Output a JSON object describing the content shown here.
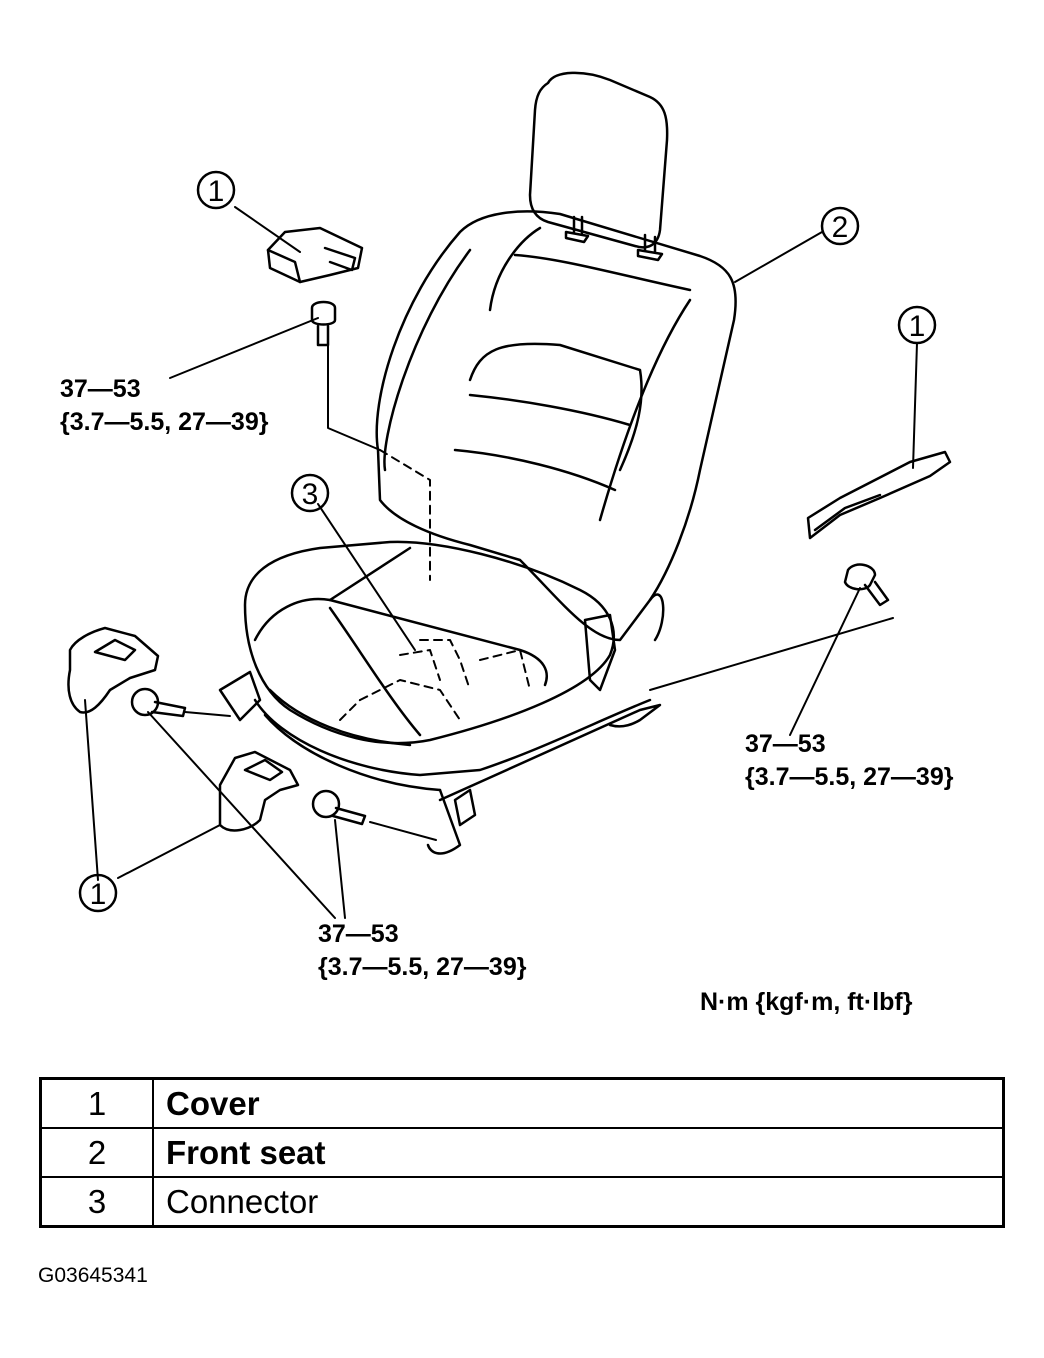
{
  "callouts": {
    "cover_top": "1",
    "front_seat": "2",
    "cover_right": "1",
    "connector": "3",
    "cover_lower": "1"
  },
  "torque_specs": {
    "top_left": {
      "line1": "37—53",
      "line2": "{3.7—5.5, 27—39}"
    },
    "right": {
      "line1": "37—53",
      "line2": "{3.7—5.5, 27—39}"
    },
    "bottom": {
      "line1": "37—53",
      "line2": "{3.7—5.5, 27—39}"
    }
  },
  "unit_label": "N·m {kgf·m, ft·lbf}",
  "legend": [
    {
      "num": "1",
      "name": "Cover"
    },
    {
      "num": "2",
      "name": "Front seat"
    },
    {
      "num": "3",
      "name": "Connector"
    }
  ],
  "figure_id": "G03645341"
}
